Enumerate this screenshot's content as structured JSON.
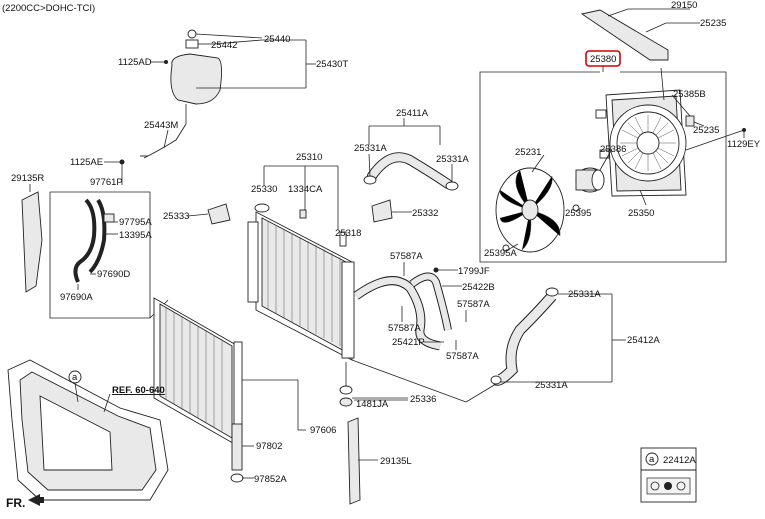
{
  "header": {
    "engine_variant": "(2200CC>DOHC-TCI)"
  },
  "orientation": "FR.",
  "reference": "REF. 60-640",
  "callout_letter": "a",
  "legend": {
    "letter": "a",
    "part_no": "22412A"
  },
  "highlighted_part": "25380",
  "parts": {
    "p29150": "29150",
    "p25235a": "25235",
    "p25380": "25380",
    "p25385b": "25385B",
    "p25235b": "25235",
    "p1129ey": "1129EY",
    "p25231": "25231",
    "p25386": "25386",
    "p25395": "25395",
    "p25350": "25350",
    "p25395a": "25395A",
    "p25442": "25442",
    "p25440": "25440",
    "p1125ad": "1125AD",
    "p25430t": "25430T",
    "p25443m": "25443M",
    "p25411a": "25411A",
    "p25331a_1": "25331A",
    "p25331a_2": "25331A",
    "p25310": "25310",
    "p1125ae": "1125AE",
    "p29135r": "29135R",
    "p97761p": "97761P",
    "p25330": "25330",
    "p1334ca": "1334CA",
    "p25333": "25333",
    "p25332": "25332",
    "p97795a": "97795A",
    "p13395a": "13395A",
    "p25318": "25318",
    "p97690d": "97690D",
    "p97690a": "97690A",
    "p57587a_1": "57587A",
    "p1799jf": "1799JF",
    "p25422b": "25422B",
    "p25331a_3": "25331A",
    "p57587a_2": "57587A",
    "p57587a_3": "57587A",
    "p25421p": "25421P",
    "p57587a_4": "57587A",
    "p25412a": "25412A",
    "p25331a_4": "25331A",
    "p1481ja": "1481JA",
    "p25336": "25336",
    "p97606": "97606",
    "p97802": "97802",
    "p97852a": "97852A",
    "p29135l": "29135L"
  }
}
